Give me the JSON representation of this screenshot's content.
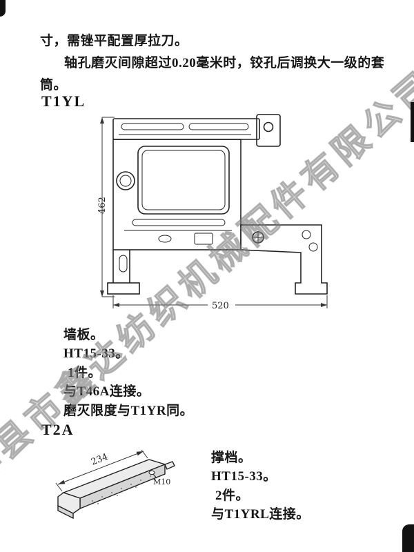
{
  "intro": {
    "line1": "寸，需锉平配置厚拉刀。",
    "line2": "轴孔磨灭间隙超过0.20毫米时，铰孔后调换大一级的套",
    "line3": "筒。"
  },
  "sections": [
    {
      "heading": "T1YL",
      "part_name": "墙板",
      "dimensions": {
        "height": "462",
        "width": "520"
      },
      "description": [
        "墙板。",
        "HT15-33。",
        "1件。",
        "与T46A连接。",
        "磨灭限度与T1YR同。"
      ]
    },
    {
      "heading": "T2A",
      "part_name": "撑档",
      "dimensions": {
        "length": "234",
        "hole": "M10"
      },
      "description": [
        "撑档。",
        "HT15-33。",
        "2件。",
        "与T1YRL连接。"
      ]
    }
  ],
  "watermark": "辉县市鑫达纺织机械配件有限公司"
}
